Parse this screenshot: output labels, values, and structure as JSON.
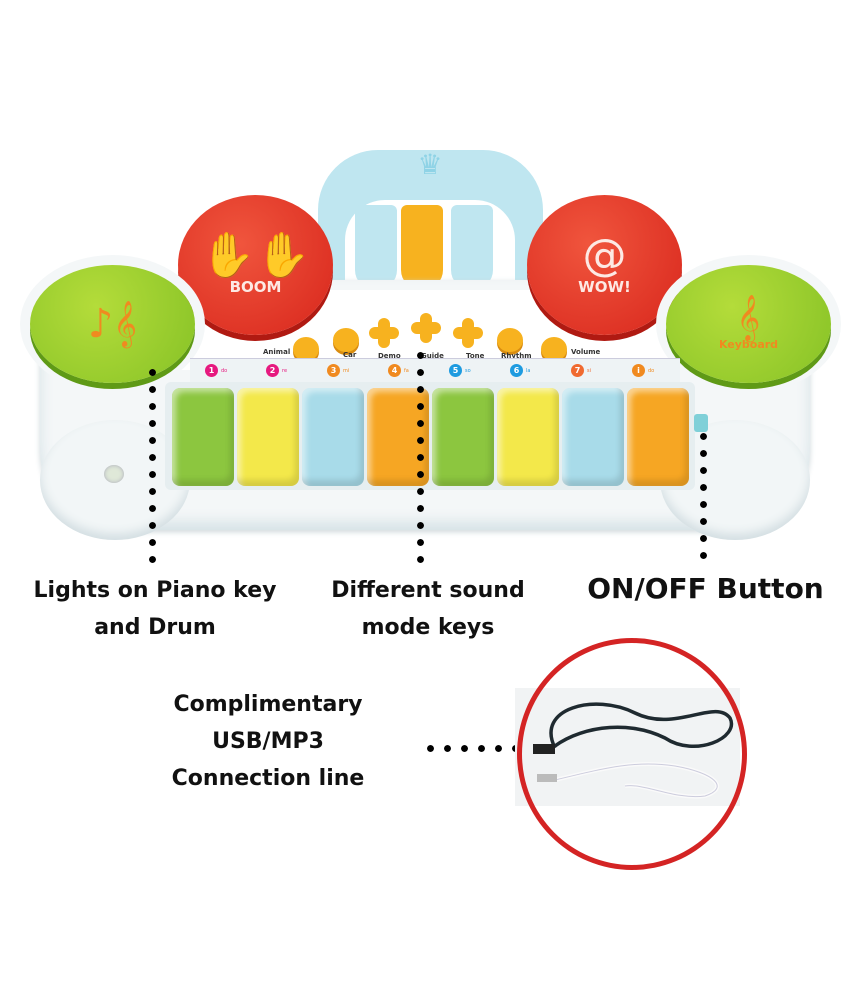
{
  "toy": {
    "drums": {
      "left_red": {
        "text": "BOOM",
        "icon": "hands-icon"
      },
      "right_red": {
        "text": "WOW!",
        "icon": "spiral-icon"
      },
      "left_green": {
        "icon": "music-notes-icon"
      },
      "right_green": {
        "text": "Keyboard",
        "icon": "treble-clef-icon"
      }
    },
    "mode_keys": [
      "Animal",
      "Car",
      "Demo",
      "Guide",
      "Tone",
      "Rhythm",
      "Volume"
    ],
    "note_numbers": [
      "1",
      "2",
      "3",
      "4",
      "5",
      "6",
      "7",
      "i"
    ],
    "note_syllables": [
      "do",
      "re",
      "mi",
      "fa",
      "so",
      "la",
      "si",
      "do"
    ],
    "note_colors": [
      "#e6197f",
      "#e6197f",
      "#f08a20",
      "#f08a20",
      "#1e9be0",
      "#1e9be0",
      "#f06a30",
      "#f08a20"
    ],
    "key_colors": [
      "#8cc63f",
      "#f3e84a",
      "#a8dbe9",
      "#f6a623",
      "#8cc63f",
      "#f3e84a",
      "#a8dbe9",
      "#f6a623"
    ]
  },
  "captions": {
    "lights": [
      "Lights on Piano key",
      "and Drum"
    ],
    "sound_modes": [
      "Different sound",
      "mode keys"
    ],
    "on_off": "ON/OFF Button",
    "connection": [
      "Complimentary",
      "USB/MP3",
      "Connection line"
    ]
  },
  "colors": {
    "ring": "#d42424",
    "drum_red": "#d8261c",
    "drum_green": "#86c226",
    "mode_button": "#f7b21f"
  }
}
